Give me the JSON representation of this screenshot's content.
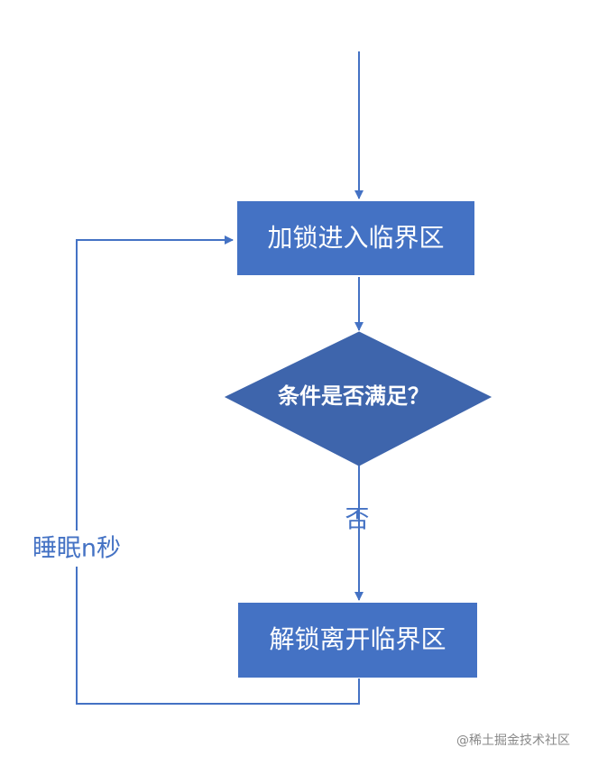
{
  "diagram": {
    "nodes": {
      "lock_enter": {
        "label": "加锁进入临界区",
        "shape": "rectangle"
      },
      "condition": {
        "label": "条件是否满足？",
        "shape": "diamond"
      },
      "unlock_leave": {
        "label": "解锁离开临界区",
        "shape": "rectangle"
      }
    },
    "edges": {
      "no_label": "否",
      "sleep_label": "睡眠n秒"
    }
  },
  "colors": {
    "box_fill": "#4472c4",
    "box_border": "#ffffff",
    "diamond_fill": "#3e65ac",
    "line": "#4472c4",
    "edge_text": "#4472c4",
    "watermark": "#888888"
  },
  "watermark": "@稀土掘金技术社区"
}
